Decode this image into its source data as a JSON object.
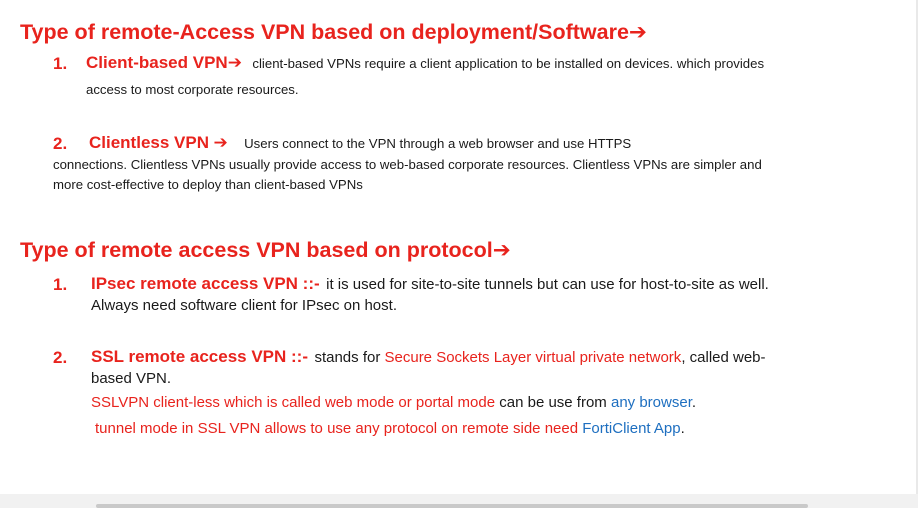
{
  "section1": {
    "heading": "Type of remote-Access VPN based on deployment/Software",
    "arrow": "➔",
    "items": [
      {
        "number": "1.",
        "title": "Client-based VPN",
        "arrow": "➔",
        "line1": "client-based VPNs require a client application to be installed on devices. which provides",
        "line2": "access to most corporate resources."
      },
      {
        "number": "2.",
        "title": "Clientless VPN",
        "arrow": "➔",
        "line1": "Users connect to the VPN through a web browser and use HTTPS",
        "line2": "connections. Clientless VPNs usually provide access to web-based corporate resources. Clientless VPNs are simpler and",
        "line3": "more cost-effective to deploy than client-based VPNs"
      }
    ]
  },
  "section2": {
    "heading": "Type of remote access VPN based on protocol",
    "arrow": "➔",
    "items": [
      {
        "number": "1.",
        "title": "IPsec remote  access VPN ::-",
        "line1": "it is used for site-to-site tunnels but can use for host-to-site as well.",
        "line2": "Always need software client for IPsec on host."
      },
      {
        "number": "2.",
        "title": "SSL remote access VPN ::-",
        "line1_pre": "stands for",
        "line1_red": "Secure Sockets Layer virtual private network",
        "line1_post": ", called web-",
        "line2": "based VPN.",
        "line3_red": "SSLVPN client-less which is called web mode or portal mode",
        "line3_mid": "can be use from",
        "line3_blue": "any browser",
        "line3_end": ".",
        "line4_red": "tunnel mode in SSL VPN allows to use any protocol on remote side need",
        "line4_blue": "FortiClient App",
        "line4_end": "."
      }
    ]
  },
  "colors": {
    "accent_red": "#e8231d",
    "link_blue": "#1e6fc0",
    "text": "#1a1a1a",
    "background": "#ffffff"
  }
}
